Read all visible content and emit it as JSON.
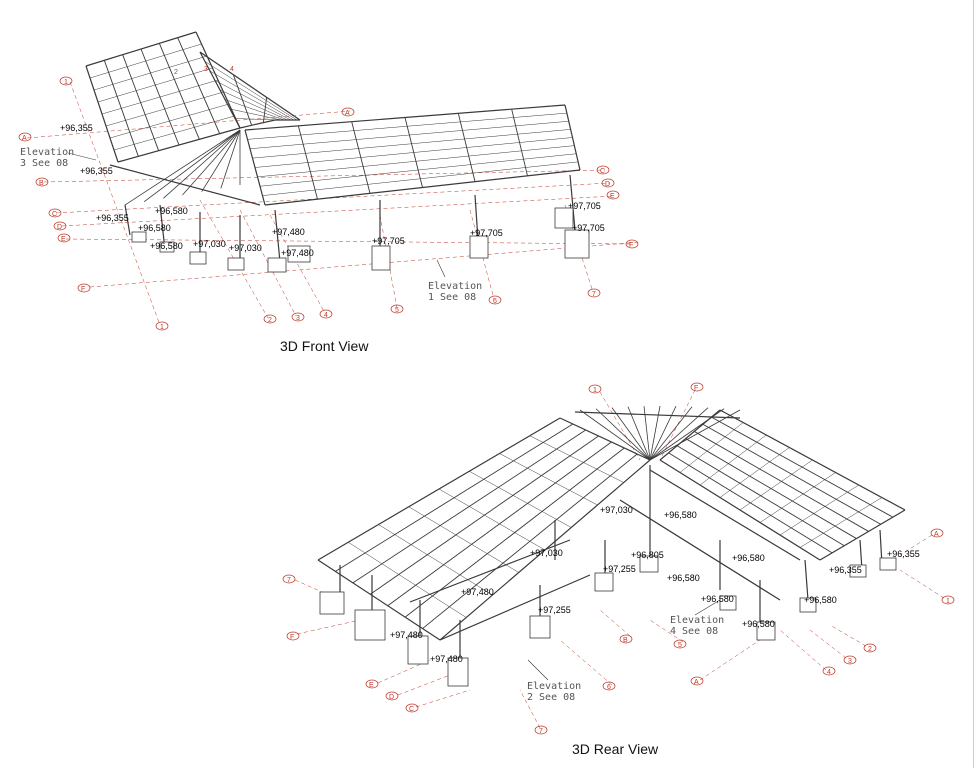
{
  "captions": {
    "front": "3D Front View",
    "rear": "3D Rear View"
  },
  "colors": {
    "steel": "#3a3a3a",
    "grid_line": "#c0392b",
    "level_text": "#000000",
    "elevation_text": "#555555"
  },
  "front": {
    "elevation_notes": [
      {
        "line1": "Elevation",
        "line2": "3 See 08"
      },
      {
        "line1": "Elevation",
        "line2": "1 See 08"
      }
    ],
    "levels": [
      "+96,355",
      "+96,355",
      "+96,355",
      "+96,580",
      "+96,580",
      "+96,580",
      "+97,030",
      "+97,030",
      "+97,480",
      "+97,480",
      "+97,705",
      "+97,705",
      "+97,705",
      "+97,705"
    ],
    "grid_labels": [
      "1",
      "A",
      "B",
      "C",
      "D",
      "E",
      "F",
      "1",
      "2",
      "3",
      "4",
      "5",
      "6",
      "7",
      "A",
      "C",
      "D",
      "E",
      "F",
      "2",
      "3",
      "4"
    ]
  },
  "rear": {
    "elevation_notes": [
      {
        "line1": "Elevation",
        "line2": "4 See 08"
      },
      {
        "line1": "Elevation",
        "line2": "2 See 08"
      }
    ],
    "levels": [
      "+97,030",
      "+96,580",
      "+97,030",
      "+96,805",
      "+96,580",
      "+97,255",
      "+96,580",
      "+96,580",
      "+97,480",
      "+97,255",
      "+96,355",
      "+96,355",
      "+96,580",
      "+96,580",
      "+97,480",
      "+97,480"
    ],
    "grid_labels": [
      "1",
      "F",
      "7",
      "F",
      "E",
      "D",
      "C",
      "7",
      "6",
      "B",
      "5",
      "A",
      "4",
      "3",
      "2",
      "1",
      "A"
    ]
  }
}
